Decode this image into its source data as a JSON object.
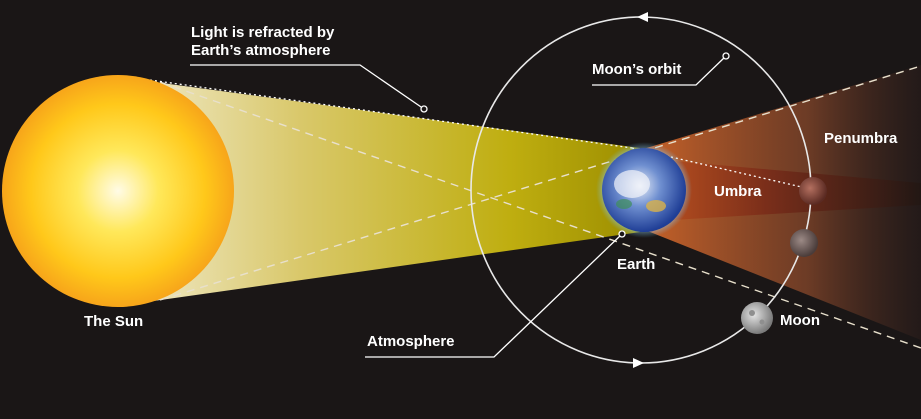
{
  "labels": {
    "refraction_line1": "Light is refracted by",
    "refraction_line2": "Earth’s atmosphere",
    "moons_orbit": "Moon’s orbit",
    "penumbra": "Penumbra",
    "umbra": "Umbra",
    "earth": "Earth",
    "the_sun": "The Sun",
    "moon": "Moon",
    "atmosphere": "Atmosphere"
  },
  "colors": {
    "background": "#1a1616",
    "sun_core": "#fffbe6",
    "sun_mid": "#ffd21f",
    "sun_edge": "#f7a51a",
    "light_cone": "#c8b400",
    "umbra": "#c0501e",
    "earth_ocean": "#2a4fa8",
    "atmosphere_glow": "#9fd8ff",
    "moon_gray": "#a8a8a8",
    "moon_eclipsed": "#8a4a3a",
    "label_text": "#ffffff"
  }
}
